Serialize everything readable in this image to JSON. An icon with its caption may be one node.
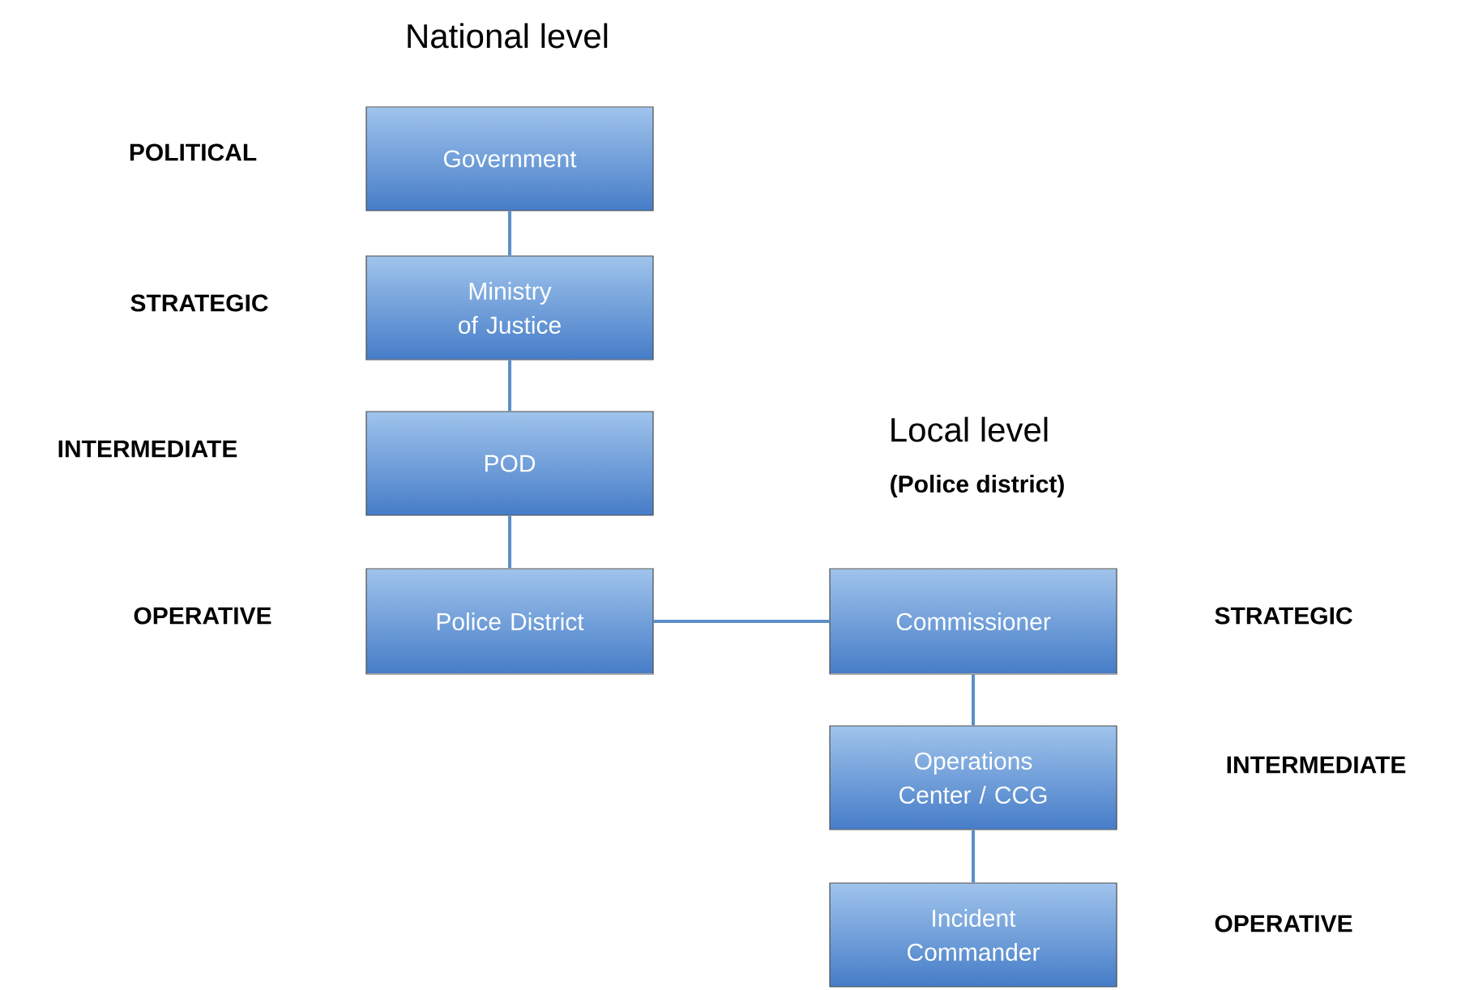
{
  "diagram": {
    "title": "National level",
    "nodes": [
      {
        "text": [
          "Government"
        ]
      },
      {
        "text": [
          "Ministry of Justice"
        ]
      },
      {
        "text": [
          "POD"
        ]
      },
      {
        "text": [
          "Police District"
        ]
      },
      {
        "text": [
          "Commissioner"
        ]
      },
      {
        "text": [
          "Operations Center / CCG"
        ]
      },
      {
        "text": [
          "Incident Commander"
        ]
      }
    ],
    "edges": [
      {
        "from": 0,
        "to": 1,
        "arrow": "none"
      },
      {
        "from": 1,
        "to": 2,
        "arrow": "none"
      },
      {
        "from": 2,
        "to": 3,
        "arrow": "none"
      },
      {
        "from": 3,
        "to": 4,
        "arrow": "none"
      },
      {
        "from": 4,
        "to": 5,
        "arrow": "none"
      },
      {
        "from": 5,
        "to": 6,
        "arrow": "none"
      }
    ],
    "labels": [
      "POLITICAL",
      "STRATEGIC",
      "INTERMEDIATE",
      "Local level",
      "(Police district)",
      "OPERATIVE",
      "STRATEGIC",
      "INTERMEDIATE",
      "OPERATIVE"
    ]
  }
}
